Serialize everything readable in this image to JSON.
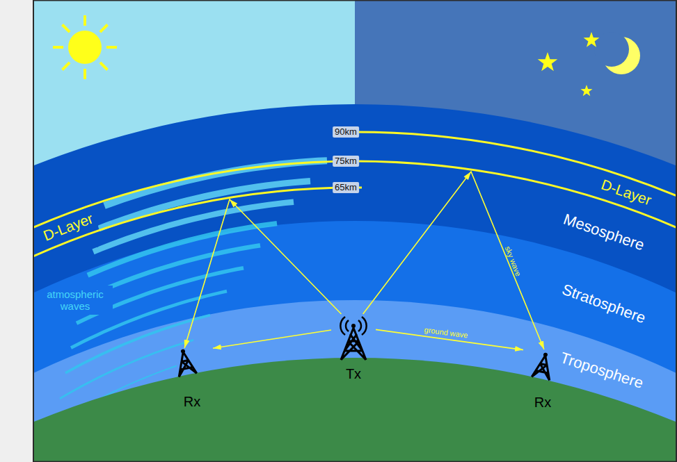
{
  "diagram": {
    "nodes": [
      {
        "text": [
          "Tx"
        ]
      },
      {
        "text": [
          "Rx"
        ]
      },
      {
        "text": [
          "Rx"
        ]
      }
    ],
    "edges": [
      {
        "from": 0,
        "to": 1,
        "arrow": "to"
      },
      {
        "from": 0,
        "to": 1,
        "arrow": "to"
      },
      {
        "from": 0,
        "to": 2,
        "label": "ground wave",
        "arrow": "to"
      },
      {
        "from": 0,
        "to": 2,
        "label": "sky wave",
        "arrow": "to"
      }
    ],
    "labels": [
      "90km",
      "75km",
      "65km",
      "D-Layer",
      "D-Layer",
      "Mesosphere",
      "Stratosphere",
      "Troposphere",
      "atmospheric waves"
    ]
  }
}
